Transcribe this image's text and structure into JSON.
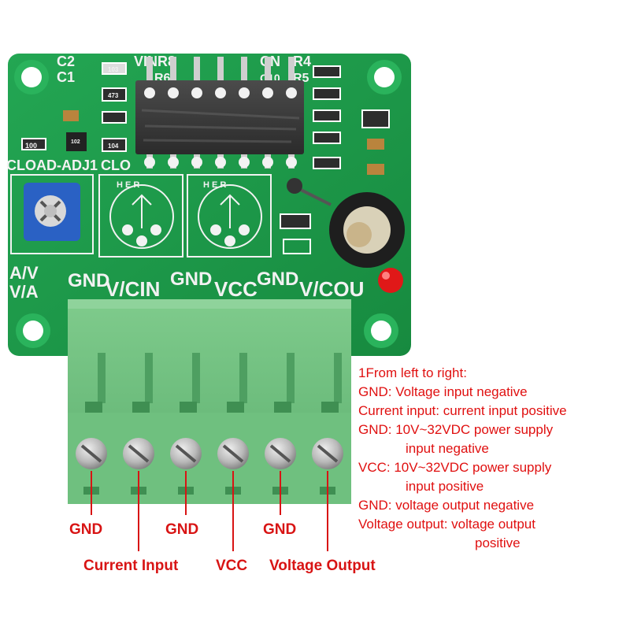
{
  "board": {
    "silkscreen": {
      "c2": "C2",
      "c1": "C1",
      "vinr8": "VINR8",
      "r6": "R6",
      "cn": "CN",
      "r4": "R4",
      "r5": "R5",
      "c10": "C10",
      "cload_adj1": "CLOAD-ADJ1",
      "clo": "CLO",
      "av1": "A/V",
      "va1": "V/A",
      "gnd": "GND",
      "vcin": "V/CIN",
      "vcc": "VCC",
      "vcout": "V/COU",
      "pot_letters": "H E R",
      "res_100": "100",
      "res_103": "103",
      "res_473": "473",
      "res_102": "102",
      "res_104": "104"
    },
    "colors": {
      "pcb": "#1f9a4a",
      "terminal": "#6cc07c",
      "led": "#e01818",
      "label_red": "#d81414"
    }
  },
  "description": {
    "heading": "1From left to right:",
    "lines": [
      {
        "key": "GND:",
        "text": " Voltage input negative"
      },
      {
        "key": "Current input:",
        "text": " current input positive"
      },
      {
        "key": "GND:",
        "text": " 10V~32VDC power supply"
      },
      {
        "key": "",
        "text": "input negative"
      },
      {
        "key": "VCC:",
        "text": " 10V~32VDC power supply"
      },
      {
        "key": "",
        "text": "input positive"
      },
      {
        "key": "GND:",
        "text": " voltage output negative"
      },
      {
        "key": "Voltage output:",
        "text": " voltage output"
      },
      {
        "key": "",
        "text": "positive"
      }
    ]
  },
  "pin_labels": {
    "gnd1": "GND",
    "gnd2": "GND",
    "gnd3": "GND",
    "current_input": "Current Input",
    "vcc": "VCC",
    "voltage_output": "Voltage Output"
  }
}
